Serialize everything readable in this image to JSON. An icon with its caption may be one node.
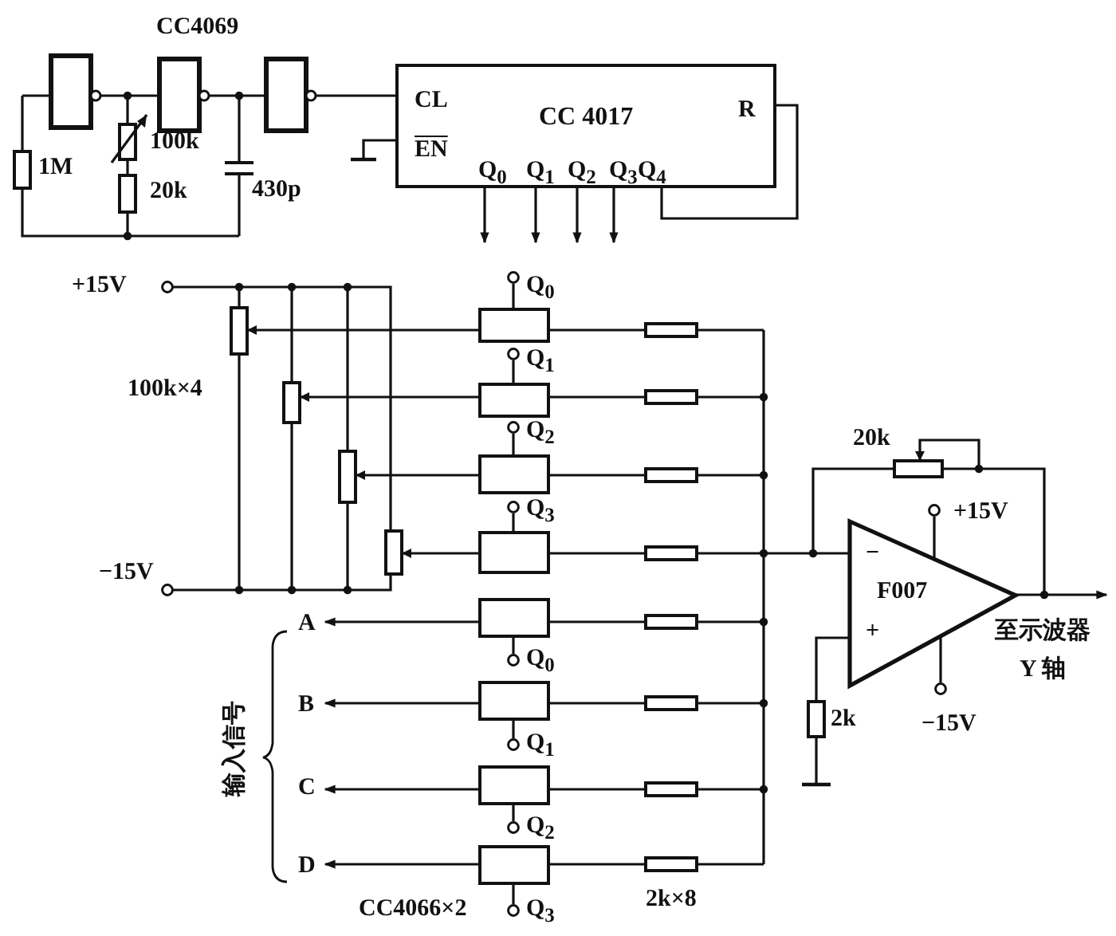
{
  "diagram": {
    "nodes": [
      {
        "text": [
          "CL",
          "EN",
          "CC 4017",
          "R",
          "Q$_{0}$",
          "Q$_{1}$",
          "Q$_{2}$",
          "Q$_{3}$",
          "Q$_{4}$"
        ]
      },
      {
        "text": [
          "−",
          "F007",
          "+"
        ],
        "beside": [
          "至示波器 Y 轴"
        ]
      },
      {
        "text": [],
        "shape": "box"
      },
      {
        "text": [],
        "shape": "box"
      },
      {
        "text": [],
        "shape": "box"
      },
      {
        "text": [],
        "shape": "box"
      },
      {
        "text": [],
        "shape": "box"
      },
      {
        "text": [],
        "shape": "box"
      },
      {
        "text": [],
        "shape": "box"
      },
      {
        "text": [],
        "shape": "box"
      },
      {
        "text": [
          "A"
        ]
      },
      {
        "text": [
          "B"
        ]
      },
      {
        "text": [
          "C"
        ]
      },
      {
        "text": [
          "D"
        ]
      }
    ],
    "edges": [
      {
        "from": 0,
        "to": null,
        "arrow": "to"
      },
      {
        "from": 0,
        "to": null,
        "arrow": "to"
      },
      {
        "from": 0,
        "to": null,
        "arrow": "to"
      },
      {
        "from": 0,
        "to": null,
        "arrow": "to"
      },
      {
        "from": 1,
        "to": null,
        "arrow": "to"
      },
      {
        "from": 6,
        "to": 10,
        "arrow": "to"
      },
      {
        "from": 7,
        "to": 11,
        "arrow": "to"
      },
      {
        "from": 8,
        "to": 12,
        "arrow": "to"
      },
      {
        "from": 9,
        "to": 13,
        "arrow": "to"
      }
    ],
    "labels": [
      "CC4069",
      "1M",
      "100k",
      "20k",
      "430p",
      "+15V",
      "Q$_{0}$",
      "Q$_{1}$",
      "100k×4",
      "Q$_{2}$",
      "20k",
      "Q$_{3}$",
      "+15V",
      "−15V",
      "Q$_{0}$",
      "Q$_{1}$",
      "2k",
      "输入信号",
      "−15V",
      "Q$_{2}$",
      "CC4066×2",
      "Q$_{3}$",
      "2k×8"
    ]
  }
}
